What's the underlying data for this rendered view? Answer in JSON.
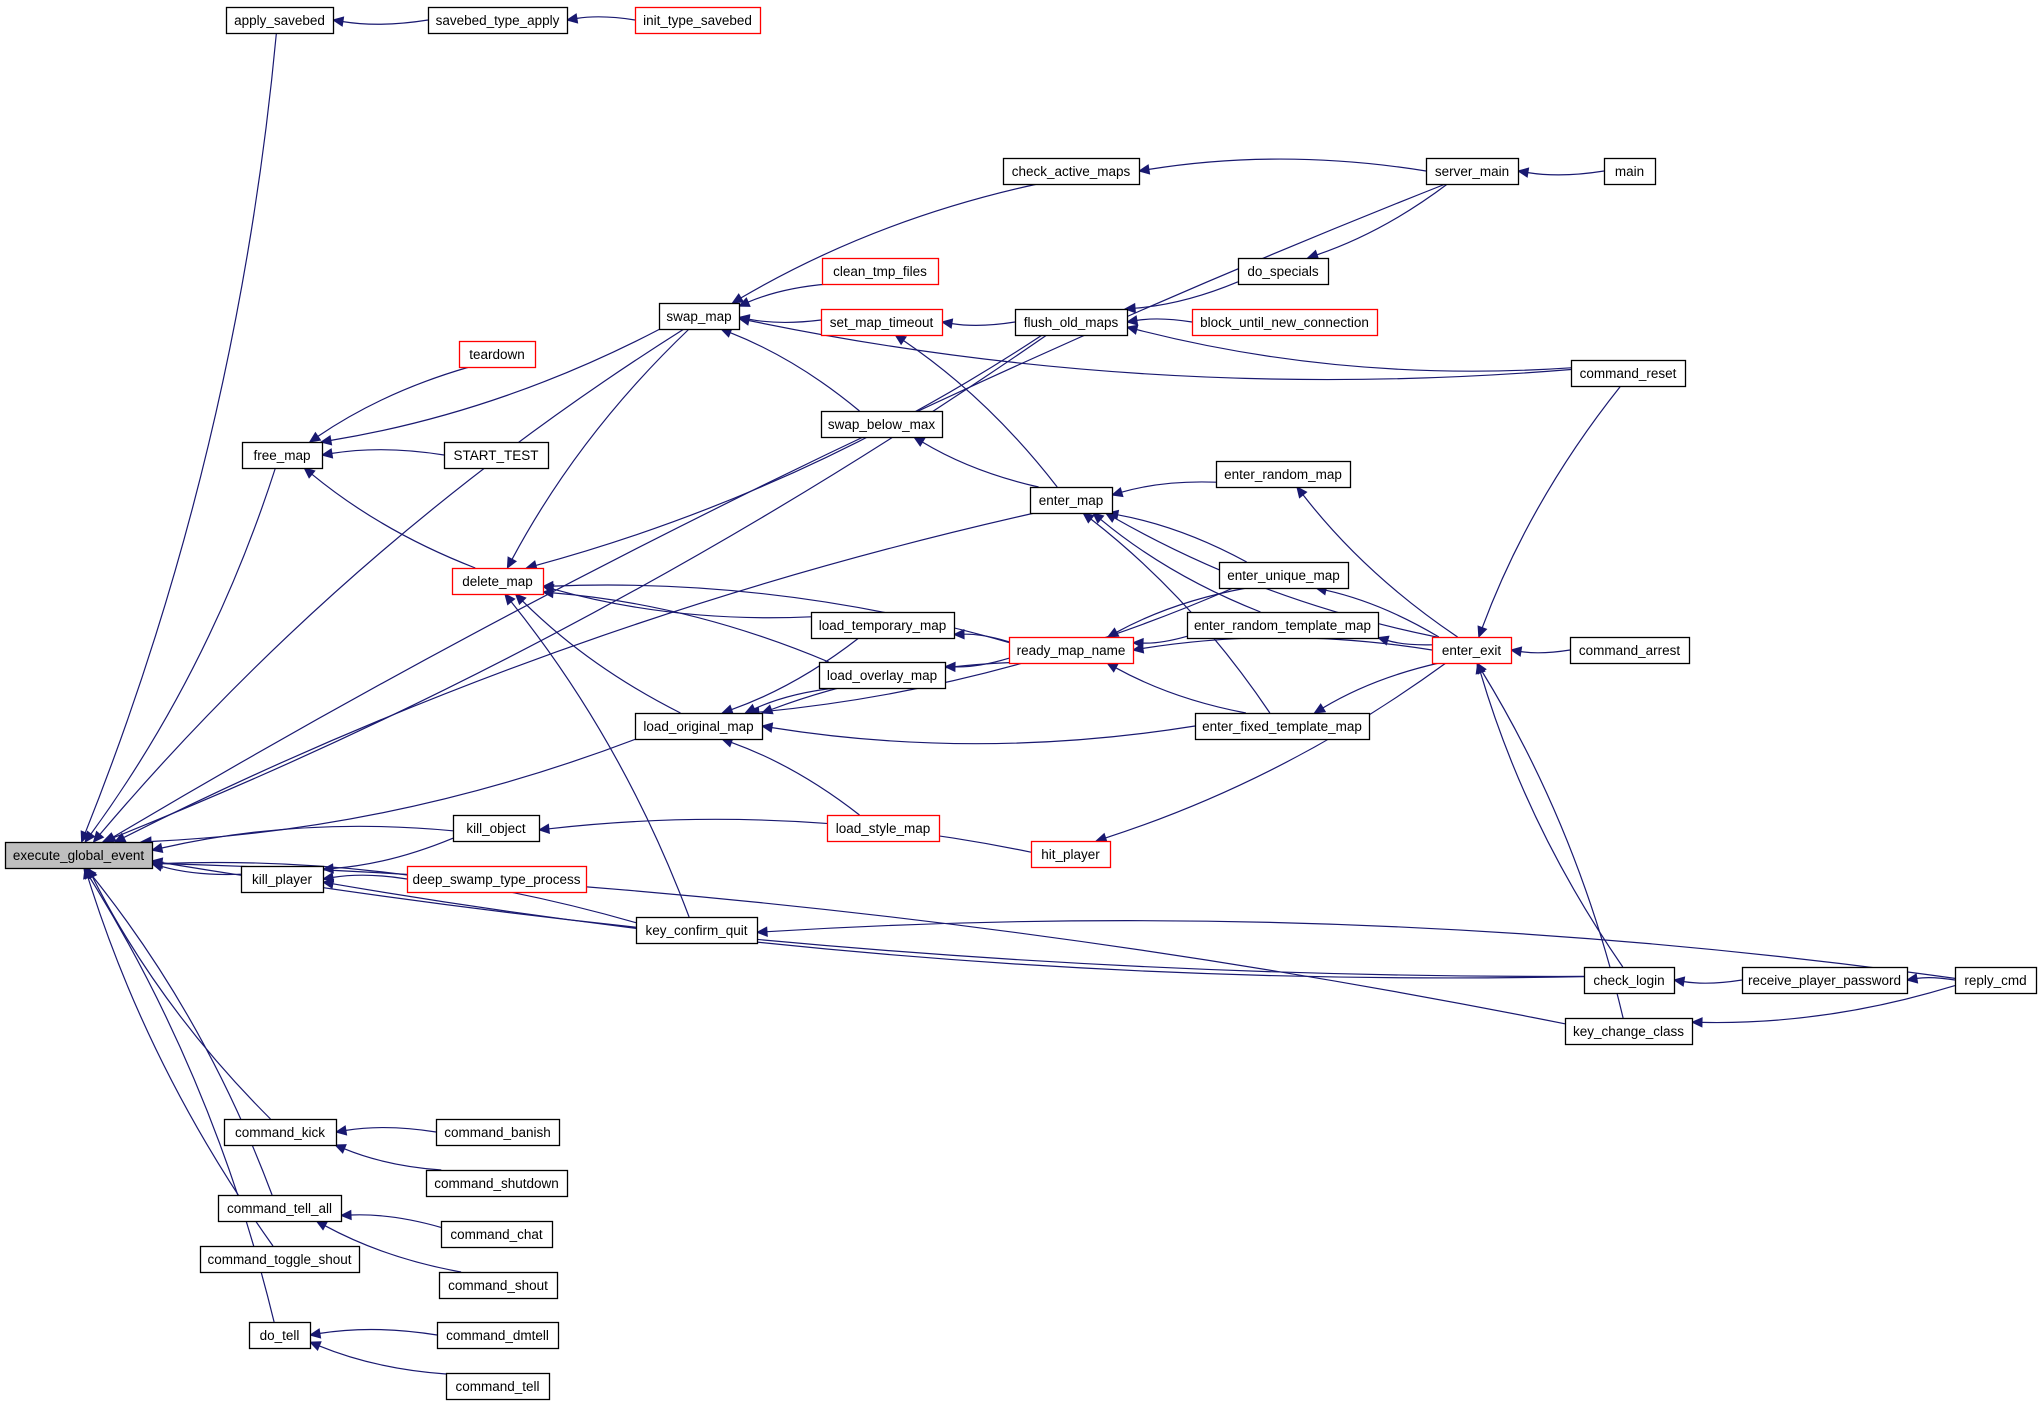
{
  "diagram": {
    "type": "call-graph",
    "colors": {
      "edge": "#191970",
      "node_border": "#000000",
      "node_border_truncated": "#ff0000",
      "root_fill": "#bfbfbf",
      "node_fill": "#ffffff"
    },
    "nodes": [
      {
        "id": "execute_global_event",
        "label": "execute_global_event",
        "style": "root"
      },
      {
        "id": "apply_savebed",
        "label": "apply_savebed",
        "style": "normal"
      },
      {
        "id": "savebed_type_apply",
        "label": "savebed_type_apply",
        "style": "normal"
      },
      {
        "id": "init_type_savebed",
        "label": "init_type_savebed",
        "style": "red"
      },
      {
        "id": "server_main",
        "label": "server_main",
        "style": "normal"
      },
      {
        "id": "main",
        "label": "main",
        "style": "normal"
      },
      {
        "id": "check_active_maps",
        "label": "check_active_maps",
        "style": "normal"
      },
      {
        "id": "swap_map",
        "label": "swap_map",
        "style": "normal"
      },
      {
        "id": "clean_tmp_files",
        "label": "clean_tmp_files",
        "style": "red"
      },
      {
        "id": "set_map_timeout",
        "label": "set_map_timeout",
        "style": "red"
      },
      {
        "id": "flush_old_maps",
        "label": "flush_old_maps",
        "style": "normal"
      },
      {
        "id": "do_specials",
        "label": "do_specials",
        "style": "normal"
      },
      {
        "id": "block_until_new_connection",
        "label": "block_until_new_connection",
        "style": "red"
      },
      {
        "id": "command_reset",
        "label": "command_reset",
        "style": "normal"
      },
      {
        "id": "teardown",
        "label": "teardown",
        "style": "red"
      },
      {
        "id": "free_map",
        "label": "free_map",
        "style": "normal"
      },
      {
        "id": "START_TEST",
        "label": "START_TEST",
        "style": "normal"
      },
      {
        "id": "swap_below_max",
        "label": "swap_below_max",
        "style": "normal"
      },
      {
        "id": "enter_map",
        "label": "enter_map",
        "style": "normal"
      },
      {
        "id": "enter_random_map",
        "label": "enter_random_map",
        "style": "normal"
      },
      {
        "id": "delete_map",
        "label": "delete_map",
        "style": "red"
      },
      {
        "id": "enter_unique_map",
        "label": "enter_unique_map",
        "style": "normal"
      },
      {
        "id": "load_temporary_map",
        "label": "load_temporary_map",
        "style": "normal"
      },
      {
        "id": "ready_map_name",
        "label": "ready_map_name",
        "style": "red"
      },
      {
        "id": "enter_random_template_map",
        "label": "enter_random_template_map",
        "style": "normal"
      },
      {
        "id": "enter_exit",
        "label": "enter_exit",
        "style": "red"
      },
      {
        "id": "command_arrest",
        "label": "command_arrest",
        "style": "normal"
      },
      {
        "id": "load_overlay_map",
        "label": "load_overlay_map",
        "style": "normal"
      },
      {
        "id": "load_original_map",
        "label": "load_original_map",
        "style": "normal"
      },
      {
        "id": "enter_fixed_template_map",
        "label": "enter_fixed_template_map",
        "style": "normal"
      },
      {
        "id": "load_style_map",
        "label": "load_style_map",
        "style": "red"
      },
      {
        "id": "kill_object",
        "label": "kill_object",
        "style": "normal"
      },
      {
        "id": "hit_player",
        "label": "hit_player",
        "style": "red"
      },
      {
        "id": "kill_player",
        "label": "kill_player",
        "style": "normal"
      },
      {
        "id": "deep_swamp_type_process",
        "label": "deep_swamp_type_process",
        "style": "red"
      },
      {
        "id": "key_confirm_quit",
        "label": "key_confirm_quit",
        "style": "normal"
      },
      {
        "id": "check_login",
        "label": "check_login",
        "style": "normal"
      },
      {
        "id": "receive_player_password",
        "label": "receive_player_password",
        "style": "normal"
      },
      {
        "id": "reply_cmd",
        "label": "reply_cmd",
        "style": "normal"
      },
      {
        "id": "key_change_class",
        "label": "key_change_class",
        "style": "normal"
      },
      {
        "id": "command_kick",
        "label": "command_kick",
        "style": "normal"
      },
      {
        "id": "command_banish",
        "label": "command_banish",
        "style": "normal"
      },
      {
        "id": "command_shutdown",
        "label": "command_shutdown",
        "style": "normal"
      },
      {
        "id": "command_tell_all",
        "label": "command_tell_all",
        "style": "normal"
      },
      {
        "id": "command_chat",
        "label": "command_chat",
        "style": "normal"
      },
      {
        "id": "command_toggle_shout",
        "label": "command_toggle_shout",
        "style": "normal"
      },
      {
        "id": "command_shout",
        "label": "command_shout",
        "style": "normal"
      },
      {
        "id": "do_tell",
        "label": "do_tell",
        "style": "normal"
      },
      {
        "id": "command_dmtell",
        "label": "command_dmtell",
        "style": "normal"
      },
      {
        "id": "command_tell",
        "label": "command_tell",
        "style": "normal"
      }
    ],
    "edges": [
      {
        "from": "apply_savebed",
        "to": "execute_global_event"
      },
      {
        "from": "server_main",
        "to": "execute_global_event"
      },
      {
        "from": "flush_old_maps",
        "to": "execute_global_event"
      },
      {
        "from": "swap_map",
        "to": "execute_global_event"
      },
      {
        "from": "free_map",
        "to": "execute_global_event"
      },
      {
        "from": "enter_map",
        "to": "execute_global_event"
      },
      {
        "from": "load_original_map",
        "to": "execute_global_event"
      },
      {
        "from": "kill_object",
        "to": "execute_global_event"
      },
      {
        "from": "kill_player",
        "to": "execute_global_event"
      },
      {
        "from": "key_confirm_quit",
        "to": "execute_global_event"
      },
      {
        "from": "check_login",
        "to": "execute_global_event"
      },
      {
        "from": "key_change_class",
        "to": "execute_global_event"
      },
      {
        "from": "command_kick",
        "to": "execute_global_event"
      },
      {
        "from": "command_tell_all",
        "to": "execute_global_event"
      },
      {
        "from": "command_toggle_shout",
        "to": "execute_global_event"
      },
      {
        "from": "do_tell",
        "to": "execute_global_event"
      },
      {
        "from": "savebed_type_apply",
        "to": "apply_savebed"
      },
      {
        "from": "init_type_savebed",
        "to": "savebed_type_apply"
      },
      {
        "from": "main",
        "to": "server_main"
      },
      {
        "from": "server_main",
        "to": "check_active_maps"
      },
      {
        "from": "server_main",
        "to": "do_specials"
      },
      {
        "from": "check_active_maps",
        "to": "swap_map"
      },
      {
        "from": "command_reset",
        "to": "swap_map"
      },
      {
        "from": "clean_tmp_files",
        "to": "swap_map"
      },
      {
        "from": "set_map_timeout",
        "to": "swap_map"
      },
      {
        "from": "swap_below_max",
        "to": "swap_map"
      },
      {
        "from": "flush_old_maps",
        "to": "set_map_timeout"
      },
      {
        "from": "enter_map",
        "to": "set_map_timeout"
      },
      {
        "from": "do_specials",
        "to": "flush_old_maps"
      },
      {
        "from": "block_until_new_connection",
        "to": "flush_old_maps"
      },
      {
        "from": "command_reset",
        "to": "flush_old_maps"
      },
      {
        "from": "teardown",
        "to": "free_map"
      },
      {
        "from": "swap_map",
        "to": "free_map"
      },
      {
        "from": "START_TEST",
        "to": "free_map"
      },
      {
        "from": "delete_map",
        "to": "free_map"
      },
      {
        "from": "swap_map",
        "to": "delete_map"
      },
      {
        "from": "flush_old_maps",
        "to": "delete_map"
      },
      {
        "from": "ready_map_name",
        "to": "delete_map"
      },
      {
        "from": "load_temporary_map",
        "to": "delete_map"
      },
      {
        "from": "load_overlay_map",
        "to": "delete_map"
      },
      {
        "from": "load_original_map",
        "to": "delete_map"
      },
      {
        "from": "key_confirm_quit",
        "to": "delete_map"
      },
      {
        "from": "enter_map",
        "to": "swap_below_max"
      },
      {
        "from": "enter_random_map",
        "to": "enter_map"
      },
      {
        "from": "enter_exit",
        "to": "enter_map"
      },
      {
        "from": "enter_unique_map",
        "to": "enter_map"
      },
      {
        "from": "enter_random_template_map",
        "to": "enter_map"
      },
      {
        "from": "enter_fixed_template_map",
        "to": "enter_map"
      },
      {
        "from": "enter_exit",
        "to": "enter_random_map"
      },
      {
        "from": "enter_exit",
        "to": "enter_unique_map"
      },
      {
        "from": "enter_unique_map",
        "to": "load_original_map"
      },
      {
        "from": "enter_unique_map",
        "to": "ready_map_name"
      },
      {
        "from": "enter_random_template_map",
        "to": "ready_map_name"
      },
      {
        "from": "enter_exit",
        "to": "ready_map_name"
      },
      {
        "from": "enter_fixed_template_map",
        "to": "ready_map_name"
      },
      {
        "from": "ready_map_name",
        "to": "load_temporary_map"
      },
      {
        "from": "ready_map_name",
        "to": "load_overlay_map"
      },
      {
        "from": "ready_map_name",
        "to": "load_original_map"
      },
      {
        "from": "load_temporary_map",
        "to": "load_original_map"
      },
      {
        "from": "load_overlay_map",
        "to": "load_original_map"
      },
      {
        "from": "enter_fixed_template_map",
        "to": "load_original_map"
      },
      {
        "from": "load_style_map",
        "to": "load_original_map"
      },
      {
        "from": "enter_exit",
        "to": "enter_random_template_map"
      },
      {
        "from": "enter_exit",
        "to": "enter_fixed_template_map"
      },
      {
        "from": "command_arrest",
        "to": "enter_exit"
      },
      {
        "from": "command_reset",
        "to": "enter_exit"
      },
      {
        "from": "check_login",
        "to": "enter_exit"
      },
      {
        "from": "key_change_class",
        "to": "enter_exit"
      },
      {
        "from": "enter_exit",
        "to": "hit_player"
      },
      {
        "from": "hit_player",
        "to": "kill_object"
      },
      {
        "from": "kill_object",
        "to": "kill_player"
      },
      {
        "from": "deep_swamp_type_process",
        "to": "kill_player"
      },
      {
        "from": "check_login",
        "to": "kill_player"
      },
      {
        "from": "reply_cmd",
        "to": "key_confirm_quit"
      },
      {
        "from": "receive_player_password",
        "to": "check_login"
      },
      {
        "from": "reply_cmd",
        "to": "receive_player_password"
      },
      {
        "from": "reply_cmd",
        "to": "key_change_class"
      },
      {
        "from": "command_banish",
        "to": "command_kick"
      },
      {
        "from": "command_shutdown",
        "to": "command_kick"
      },
      {
        "from": "command_chat",
        "to": "command_tell_all"
      },
      {
        "from": "command_shout",
        "to": "command_tell_all"
      },
      {
        "from": "command_dmtell",
        "to": "do_tell"
      },
      {
        "from": "command_tell",
        "to": "do_tell"
      }
    ]
  }
}
